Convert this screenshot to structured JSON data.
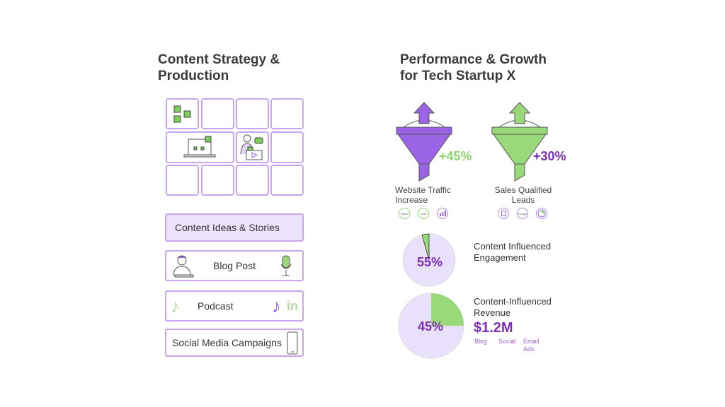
{
  "left": {
    "title_line1": "Content Strategy &",
    "title_line2": "Production",
    "buttons": [
      {
        "label": "Content Ideas & Stories"
      },
      {
        "label": "Blog Post"
      },
      {
        "label": "Podcast"
      },
      {
        "label": "Social Media Campaigns"
      }
    ]
  },
  "right": {
    "title_line1": "Performance & Growth",
    "title_line2": "for Tech Startup X",
    "funnels": [
      {
        "value": "+45%",
        "label_line1": "Website Traffic",
        "label_line2": "Increase",
        "color": "#9b63e6",
        "value_color": "#8fd46a",
        "icons": [
          "News",
          "Data",
          "chart-icon"
        ]
      },
      {
        "value": "+30%",
        "label_line1": "Sales Qualified",
        "label_line2": "Leads",
        "color": "#9ad97a",
        "value_color": "#7d2fb4",
        "icons": [
          "document-icon",
          "Google",
          "pie-icon"
        ]
      }
    ],
    "engagement": {
      "value": "55%",
      "label_line1": "Content Influenced",
      "label_line2": "Engagement"
    },
    "revenue": {
      "value": "45%",
      "label_line1": "Content-Influenced",
      "label_line2": "Revenue",
      "amount": "$1.2M",
      "channels": [
        "Blog",
        "Social",
        "Email",
        "Ads"
      ]
    }
  },
  "colors": {
    "accent_purple": "#7d2fb4",
    "accent_green": "#8fd46a",
    "border": "#c9a4ef",
    "pie_bg": "#e9e0fb"
  }
}
